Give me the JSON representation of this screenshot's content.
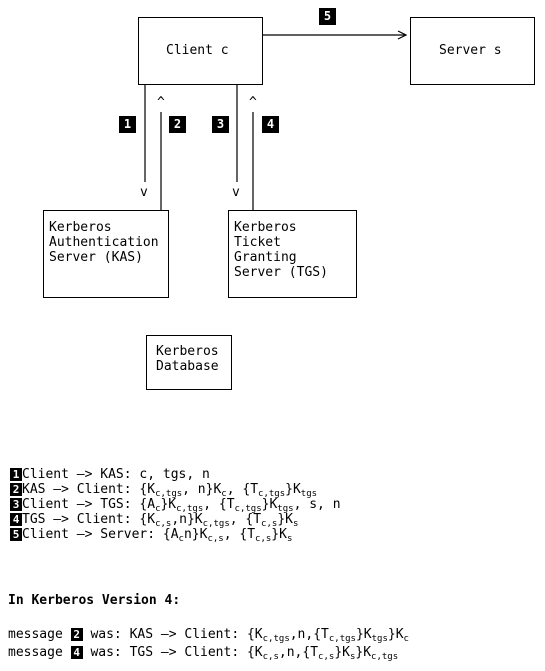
{
  "diagram": {
    "client_label": "Client c",
    "server_label": "Server s",
    "kas_label": "Kerberos\nAuthentication\nServer (KAS)",
    "tgs_label": "Kerberos\nTicket\nGranting\nServer (TGS)",
    "db_label": "Kerberos\nDatabase",
    "step1": "1",
    "step2": "2",
    "step3": "3",
    "step4": "4",
    "step5": "5",
    "arrow_down": "v",
    "arrow_up": "^"
  },
  "protocol": {
    "m1_n": "1",
    "m1_a": "Client —> KAS: c, tgs, n",
    "m2_n": "2",
    "m2_a": "KAS —> Client: {K",
    "m2_b": "c,tgs",
    "m2_c": ", n}K",
    "m2_d": "c",
    "m2_e": ", {T",
    "m2_f": "c,tgs",
    "m2_g": "}K",
    "m2_h": "tgs",
    "m3_n": "3",
    "m3_a": "Client —> TGS: {A",
    "m3_b": "c",
    "m3_c": "}K",
    "m3_d": "c,tgs",
    "m3_e": ", {T",
    "m3_f": "c,tgs",
    "m3_g": "}K",
    "m3_h": "tgs",
    "m3_i": ", s, n",
    "m4_n": "4",
    "m4_a": "TGS —> Client: {K",
    "m4_b": "c,s",
    "m4_c": ",n}K",
    "m4_d": "c,tgs",
    "m4_e": ", {T",
    "m4_f": "c,s",
    "m4_g": "}K",
    "m4_h": "s",
    "m5_n": "5",
    "m5_a": "Client —> Server: {A",
    "m5_b": "c",
    "m5_c": "n}K",
    "m5_d": "c,s",
    "m5_e": ", {T",
    "m5_f": "c,s",
    "m5_g": "}K",
    "m5_h": "s"
  },
  "v4": {
    "title": "In Kerberos Version 4:",
    "r1_pre": "message ",
    "r1_n": "2",
    "r1_a": " was: KAS —> Client: {K",
    "r1_b": "c,tgs",
    "r1_c": ",n,{T",
    "r1_d": "c,tgs",
    "r1_e": "}K",
    "r1_f": "tgs",
    "r1_g": "}K",
    "r1_h": "c",
    "r2_pre": "message ",
    "r2_n": "4",
    "r2_a": " was: TGS —> Client: {K",
    "r2_b": "c,s",
    "r2_c": ",n,{T",
    "r2_d": "c,s",
    "r2_e": "}K",
    "r2_f": "s",
    "r2_g": "}K",
    "r2_h": "c,tgs"
  }
}
